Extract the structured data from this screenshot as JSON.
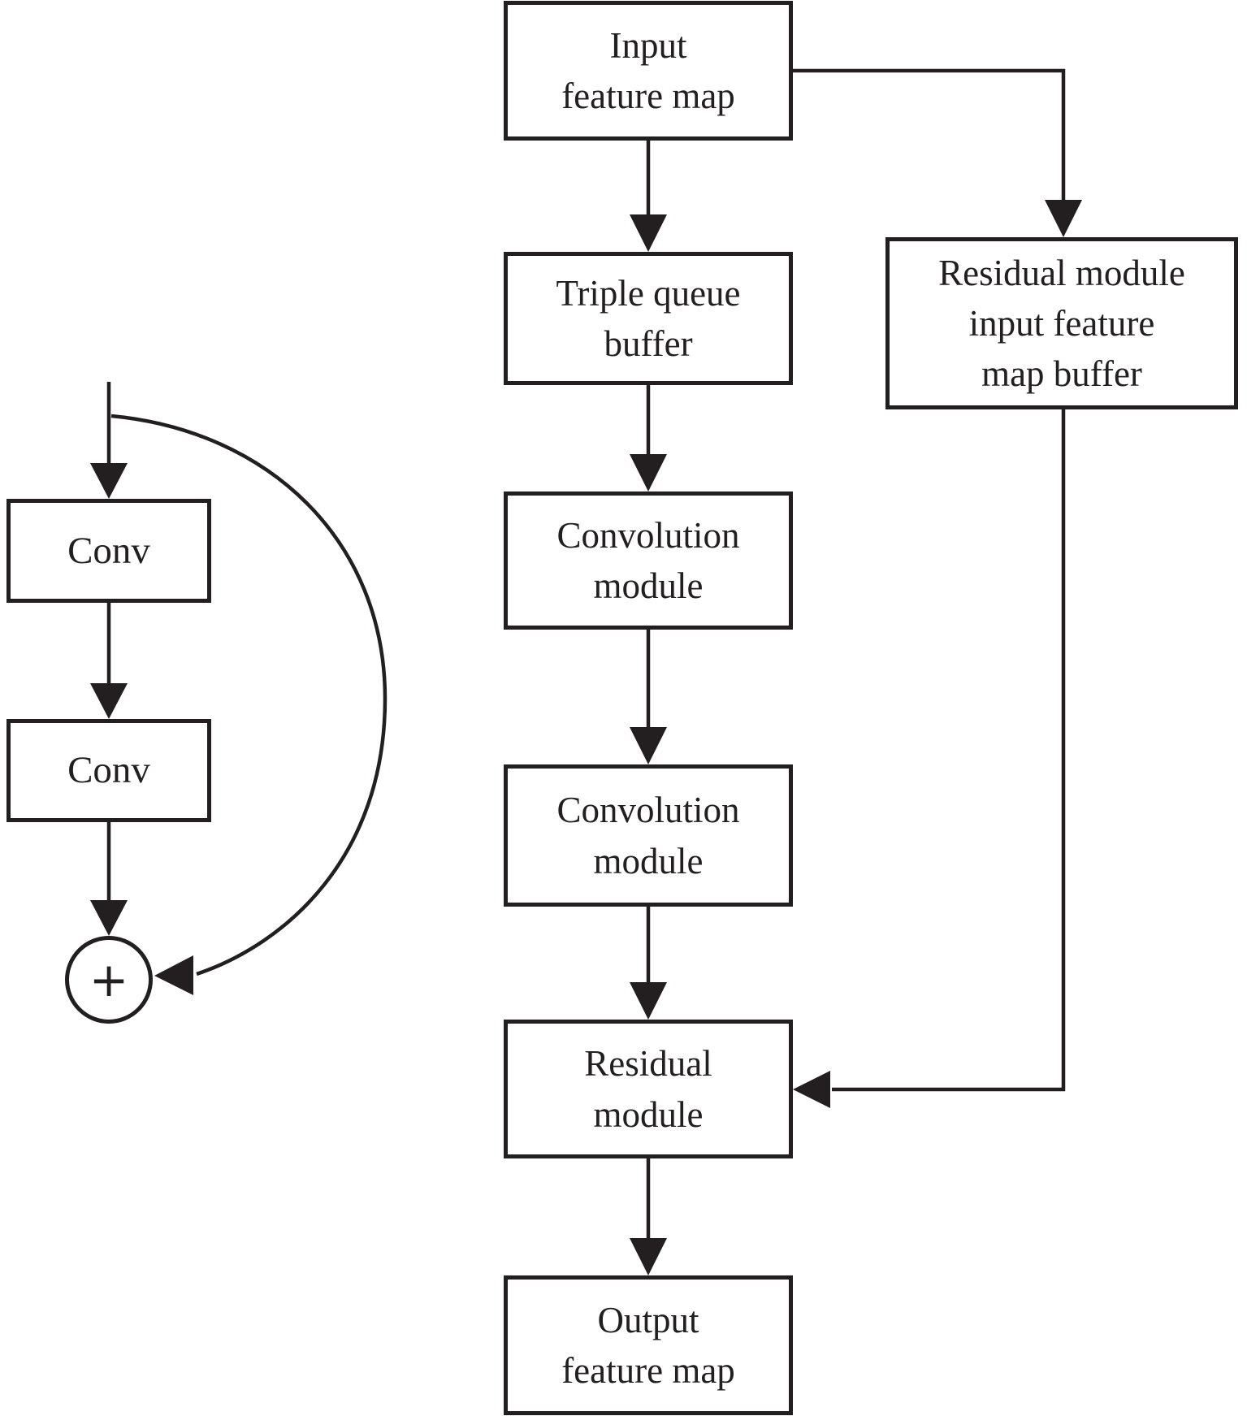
{
  "diagram": {
    "colors": {
      "ink": "#231f20",
      "background": "#ffffff"
    },
    "flowchart": {
      "input": {
        "lines": [
          "Input",
          "feature map"
        ]
      },
      "triple_queue": {
        "lines": [
          "Triple queue",
          "buffer"
        ]
      },
      "conv_module_1": {
        "lines": [
          "Convolution",
          "module"
        ]
      },
      "conv_module_2": {
        "lines": [
          "Convolution",
          "module"
        ]
      },
      "residual": {
        "lines": [
          "Residual",
          "module"
        ]
      },
      "output": {
        "lines": [
          "Output",
          "feature map"
        ]
      },
      "residual_buffer": {
        "lines": [
          "Residual module",
          "input feature",
          "map buffer"
        ]
      }
    },
    "inset": {
      "conv_1": "Conv",
      "conv_2": "Conv",
      "sum": "+"
    },
    "edges": [
      {
        "from": "input",
        "to": "triple_queue"
      },
      {
        "from": "triple_queue",
        "to": "conv_module_1"
      },
      {
        "from": "conv_module_1",
        "to": "conv_module_2"
      },
      {
        "from": "conv_module_2",
        "to": "residual"
      },
      {
        "from": "residual",
        "to": "output"
      },
      {
        "from": "input",
        "to": "residual_buffer"
      },
      {
        "from": "residual_buffer",
        "to": "residual"
      },
      {
        "from": "inset_input",
        "to": "inset_conv_1"
      },
      {
        "from": "inset_conv_1",
        "to": "inset_conv_2"
      },
      {
        "from": "inset_conv_2",
        "to": "inset_sum"
      },
      {
        "from": "inset_input",
        "to": "inset_sum"
      }
    ]
  }
}
